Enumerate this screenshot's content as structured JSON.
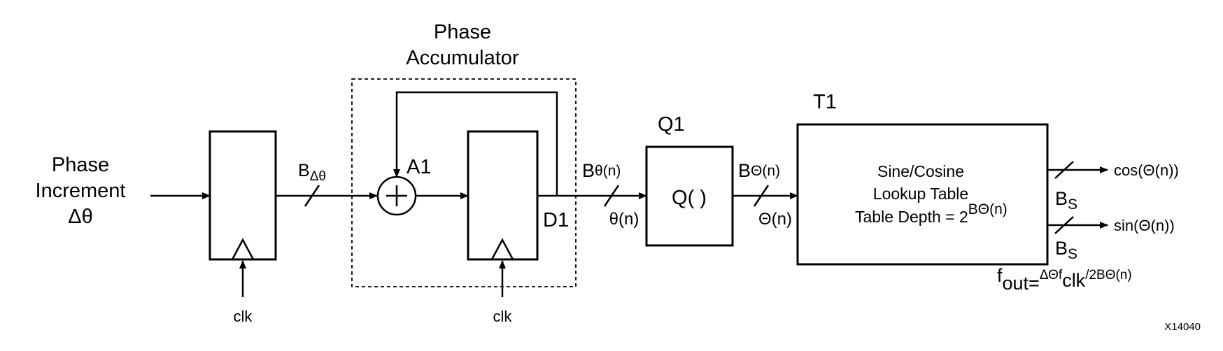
{
  "input": {
    "line1": "Phase",
    "line2": "Increment",
    "line3": "Δθ"
  },
  "register1": {
    "bus_label": "B",
    "bus_sub": "Δθ",
    "clock": "clk"
  },
  "accumulator": {
    "title_line1": "Phase",
    "title_line2": "Accumulator",
    "adder_label": "A1",
    "register_label": "D1",
    "clock": "clk",
    "out_bus_label": "B",
    "out_bus_sub": "θ(n)",
    "out_signal": "θ(n)"
  },
  "quantizer": {
    "label": "Q1",
    "function": "Q( )",
    "out_bus_label": "B",
    "out_bus_sub": "Θ(n)",
    "out_signal": "Θ(n)"
  },
  "lut": {
    "label": "T1",
    "line1": "Sine/Cosine",
    "line2": "Lookup Table",
    "line3": "Table Depth = 2",
    "line3_sup": "BΘ(n)"
  },
  "outputs": [
    {
      "signal": "cos(Θ(n))",
      "bus_label": "B",
      "bus_sub": "S"
    },
    {
      "signal": "sin(Θ(n))",
      "bus_label": "B",
      "bus_sub": "S"
    }
  ],
  "formula": {
    "f": "f",
    "out": "out=",
    "delta": "ΔΘ",
    "f2": "f",
    "clk": "clk",
    "tail": "/2BΘ(n)"
  },
  "figure_id": "X14040"
}
